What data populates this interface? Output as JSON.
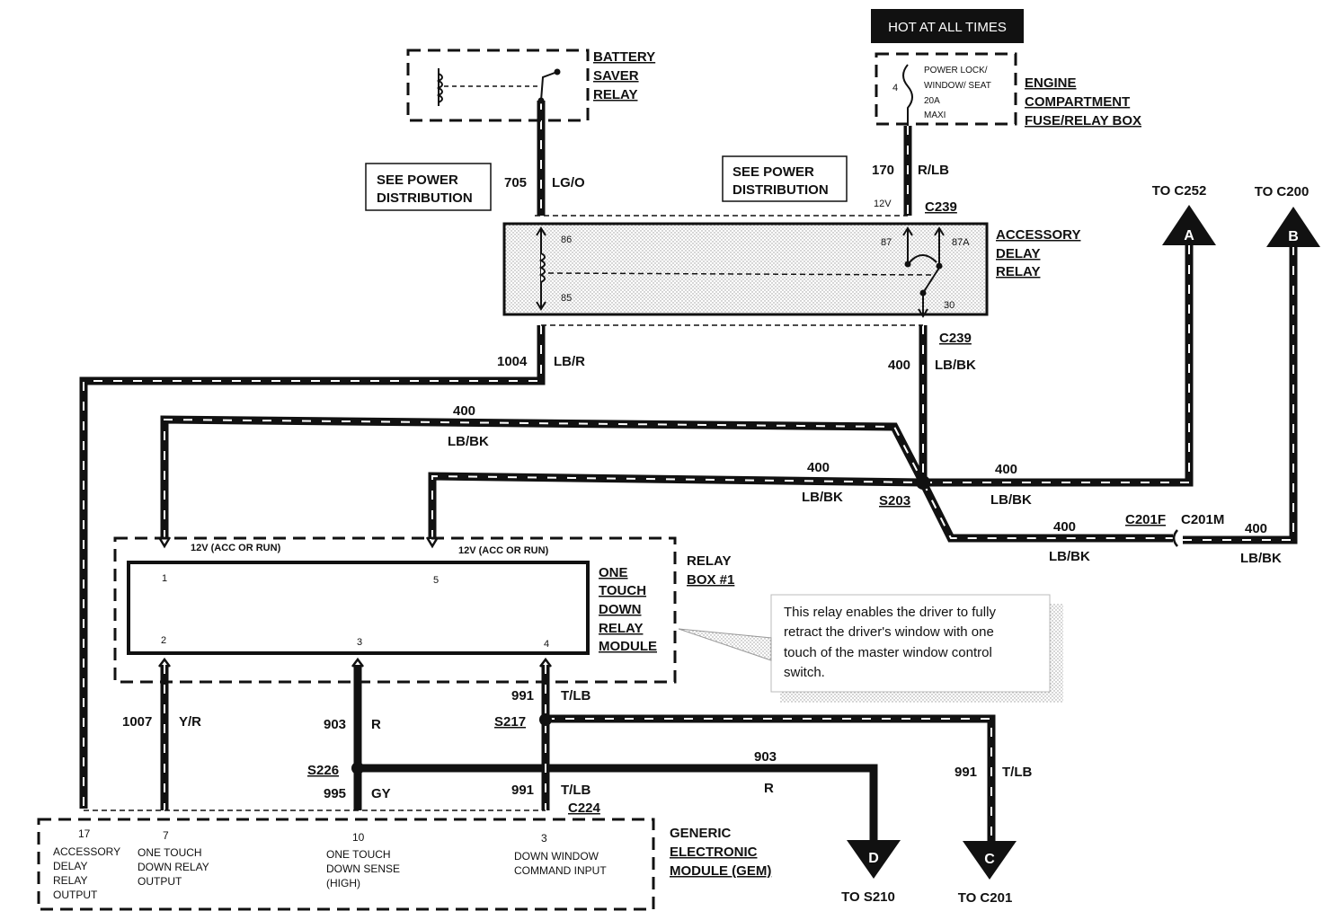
{
  "battery_saver_relay": {
    "label_lines": [
      "BATTERY",
      "SAVER",
      "RELAY"
    ]
  },
  "hot_at_all_times": "HOT AT ALL TIMES",
  "fuse_box": {
    "label_lines": [
      "ENGINE",
      "COMPARTMENT",
      "FUSE/RELAY BOX"
    ],
    "fuse_number": "4",
    "fuse_text_lines": [
      "POWER LOCK/",
      "WINDOW/ SEAT",
      "20A",
      "MAXI"
    ]
  },
  "see_power_distribution": [
    "SEE POWER",
    "DISTRIBUTION"
  ],
  "wires": {
    "w705": {
      "circuit": "705",
      "color": "LG/O"
    },
    "w170": {
      "circuit": "170",
      "color": "R/LB"
    },
    "w1004": {
      "circuit": "1004",
      "color": "LB/R"
    },
    "w400_relay": {
      "circuit": "400",
      "color": "LB/BK"
    },
    "w400_top": {
      "circuit": "400",
      "color": "LB/BK"
    },
    "w400_mid": {
      "circuit": "400",
      "color": "LB/BK"
    },
    "w400_right": {
      "circuit": "400",
      "color": "LB/BK"
    },
    "w400_c201f": {
      "circuit": "400",
      "color": "LB/BK"
    },
    "w400_c200": {
      "circuit": "400",
      "color": "LB/BK"
    },
    "w1007": {
      "circuit": "1007",
      "color": "Y/R"
    },
    "w903_v": {
      "circuit": "903",
      "color": "R"
    },
    "w903_h": {
      "circuit": "903",
      "color": "R"
    },
    "w991_top": {
      "circuit": "991",
      "color": "T/LB"
    },
    "w991_bottom": {
      "circuit": "991",
      "color": "T/LB"
    },
    "w991_right": {
      "circuit": "991",
      "color": "T/LB"
    },
    "w995": {
      "circuit": "995",
      "color": "GY"
    }
  },
  "voltage_12v": "12V",
  "connectors": {
    "c239_top": "C239",
    "c239_bottom": "C239",
    "s203": "S203",
    "c201f": "C201F",
    "c201m": "C201M",
    "s217": "S217",
    "s226": "S226",
    "c224": "C224"
  },
  "accessory_delay_relay": {
    "label_lines": [
      "ACCESSORY",
      "DELAY",
      "RELAY"
    ],
    "pins": [
      "86",
      "85",
      "87",
      "87A",
      "30"
    ]
  },
  "off_page": {
    "to_c252": {
      "label": "TO C252",
      "letter": "A"
    },
    "to_c200": {
      "label": "TO C200",
      "letter": "B"
    },
    "to_s210": {
      "label": "TO S210",
      "letter": "D"
    },
    "to_c201": {
      "label": "TO C201",
      "letter": "C"
    }
  },
  "relay_box": {
    "label_lines": [
      "RELAY",
      "BOX #1"
    ],
    "pin_12v_label": "12V (ACC OR RUN)",
    "module_label_lines": [
      "ONE",
      "TOUCH",
      "DOWN",
      "RELAY",
      "MODULE"
    ],
    "pins": [
      "1",
      "5",
      "2",
      "3",
      "4"
    ]
  },
  "note": {
    "lines": [
      "This relay enables the driver to fully",
      "retract the driver's window with one",
      "touch of the master window control",
      "switch."
    ]
  },
  "gem": {
    "label_lines": [
      "GENERIC",
      "ELECTRONIC",
      "MODULE (GEM)"
    ],
    "pins": [
      {
        "number": "17",
        "lines": [
          "ACCESSORY",
          "DELAY",
          "RELAY",
          "OUTPUT"
        ]
      },
      {
        "number": "7",
        "lines": [
          "ONE TOUCH",
          "DOWN RELAY",
          "OUTPUT"
        ]
      },
      {
        "number": "10",
        "lines": [
          "ONE TOUCH",
          "DOWN SENSE",
          "(HIGH)"
        ]
      },
      {
        "number": "3",
        "lines": [
          "DOWN WINDOW",
          "COMMAND  INPUT"
        ]
      }
    ]
  }
}
